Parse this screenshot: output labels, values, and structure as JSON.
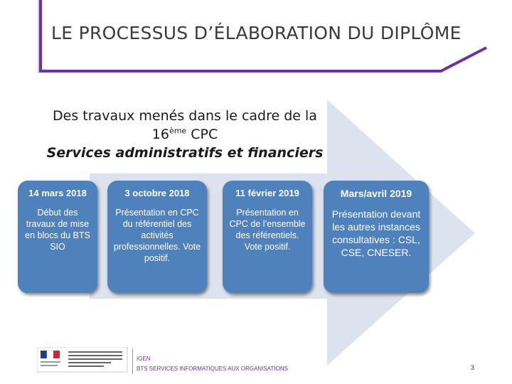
{
  "slide": {
    "title": "LE PROCESSUS D’ÉLABORATION DU DIPLÔME",
    "subtitle_line1": "Des travaux menés dans le cadre de la",
    "subtitle_line2_prefix": "16",
    "subtitle_line2_sup": "ème",
    "subtitle_line2_suffix": " CPC",
    "subtitle_line3": "Services administratifs et financiers"
  },
  "timeline": [
    {
      "date": "14 mars 2018",
      "description": "Début des travaux de mise en blocs du BTS SIO"
    },
    {
      "date": "3 octobre 2018",
      "description": "Présentation en CPC du référentiel des activités professionnelles. Vote positif."
    },
    {
      "date": "11 février 2019",
      "description": "Présentation en CPC de l’ensemble des référentiels. Vote positif."
    },
    {
      "date": "Mars/avril 2019",
      "description": "Présentation devant les autres instances consultatives : CSL, CSE, CNESER."
    }
  ],
  "footer": {
    "org": "IGEN",
    "subtitle": "BTS SERVICES INFORMATIQUES AUX ORGANISATIONS",
    "page_number": "3"
  },
  "colors": {
    "box": "#4f81bd",
    "arrow": "#dde3ee",
    "frame": "#7030a0"
  }
}
